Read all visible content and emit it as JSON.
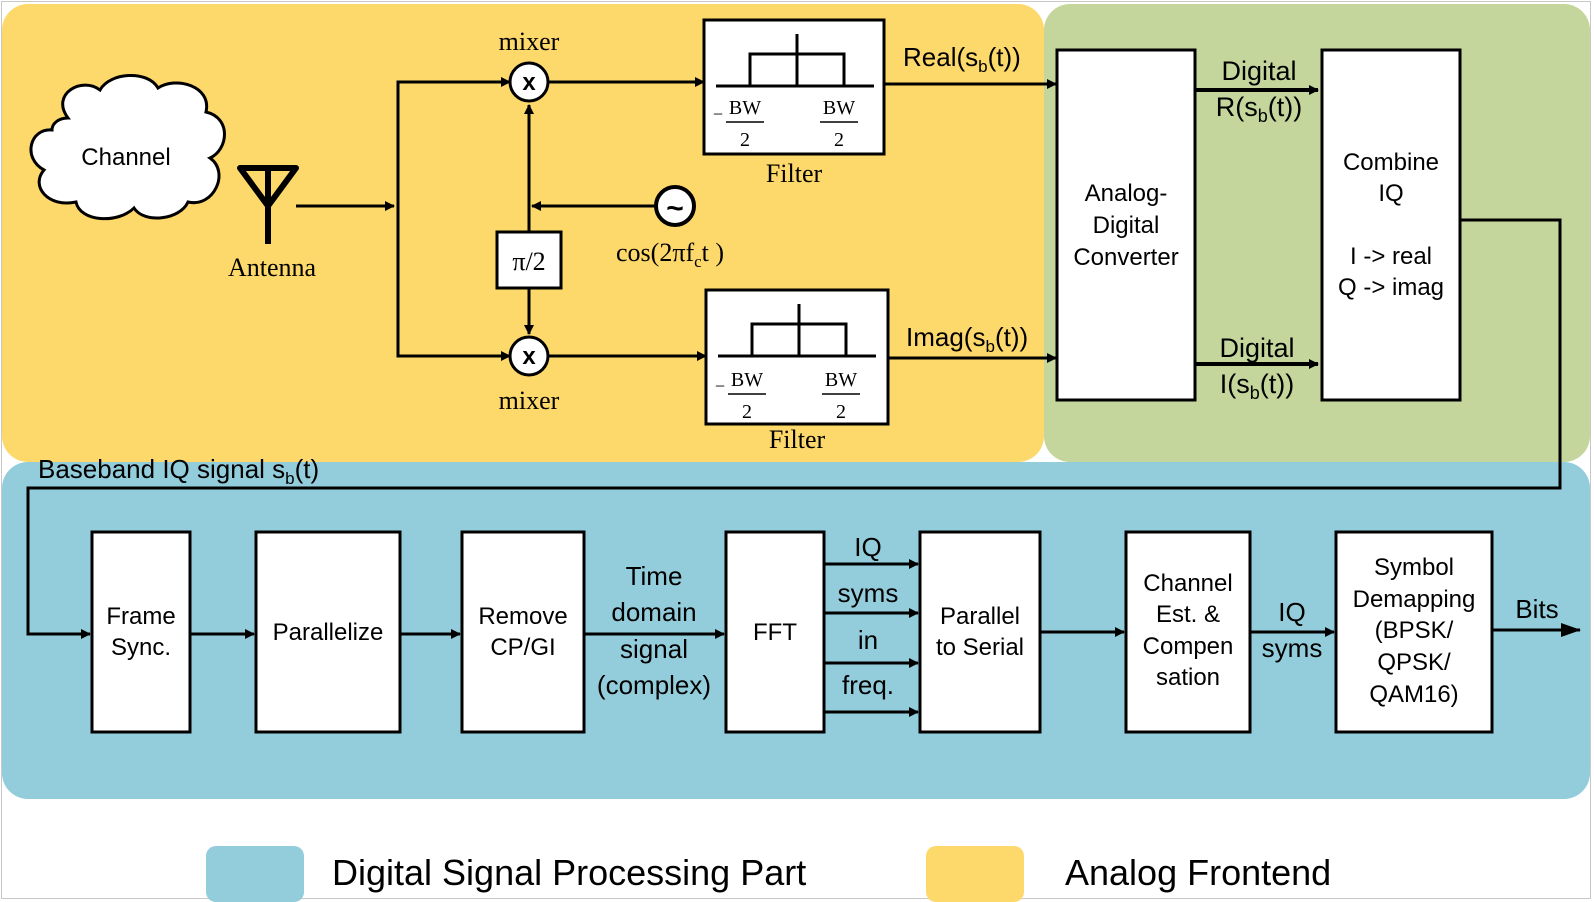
{
  "regions": {
    "analog": {
      "color": "#FDD86A"
    },
    "converter": {
      "color": "#C4D69B"
    },
    "digital": {
      "color": "#93CDDB"
    }
  },
  "analog": {
    "channel_label": "Channel",
    "antenna_label": "Antenna",
    "mixer_top_label": "mixer",
    "mixer_bottom_label": "mixer",
    "mixer_symbol": "x",
    "phase_shift_label": "π/2",
    "oscillator_symbol": "~",
    "oscillator_label_prefix": "cos(2πf",
    "oscillator_label_sub": "c",
    "oscillator_label_suffix": "t )",
    "filter_top": {
      "label": "Filter",
      "left_minus": "−",
      "left_num": "BW",
      "left_den": "2",
      "right_num": "BW",
      "right_den": "2"
    },
    "filter_bottom": {
      "label": "Filter",
      "left_minus": "−",
      "left_num": "BW",
      "left_den": "2",
      "right_num": "BW",
      "right_den": "2"
    },
    "real_out": {
      "prefix": "Real(s",
      "sub": "b",
      "suffix": "(t))"
    },
    "imag_out": {
      "prefix": "Imag(s",
      "sub": "b",
      "suffix": "(t))"
    }
  },
  "converter": {
    "adc_lines": [
      "Analog-",
      "Digital",
      "Converter"
    ],
    "digital_r": {
      "line1": "Digital",
      "prefix": "R(s",
      "sub": "b",
      "suffix": "(t))"
    },
    "digital_i": {
      "line1": "Digital",
      "prefix": "I(s",
      "sub": "b",
      "suffix": "(t))"
    },
    "combine_lines": [
      "Combine",
      "IQ",
      "I -> real",
      "Q -> imag"
    ]
  },
  "digital": {
    "baseband": {
      "prefix": "Baseband IQ signal s",
      "sub": "b",
      "suffix": "(t)"
    },
    "frame_sync": [
      "Frame",
      "Sync."
    ],
    "parallelize": "Parallelize",
    "remove_cp": [
      "Remove",
      "CP/GI"
    ],
    "time_domain": [
      "Time",
      "domain",
      "signal",
      "(complex)"
    ],
    "fft": "FFT",
    "freq_labels": [
      "IQ",
      "syms",
      "in",
      "freq."
    ],
    "parallel_to_serial": [
      "Parallel",
      "to Serial"
    ],
    "channel_est": [
      "Channel",
      "Est. &",
      "Compen",
      "sation"
    ],
    "iq_syms": [
      "IQ",
      "syms"
    ],
    "demapping": [
      "Symbol",
      "Demapping",
      "(BPSK/",
      "QPSK/",
      "QAM16)"
    ],
    "bits": "Bits"
  },
  "legend": [
    {
      "label": "Digital Signal Processing Part",
      "color": "#93CDDB"
    },
    {
      "label": "Analog Frontend",
      "color": "#FDD86A"
    }
  ]
}
